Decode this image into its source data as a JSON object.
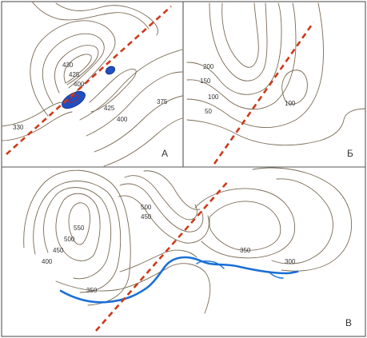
{
  "panels": {
    "a": {
      "letter": "А",
      "labels": {
        "c330": "330",
        "c375": "375",
        "c400": "400",
        "c400b": "400",
        "c425": "425",
        "c425b": "425",
        "c430": "430"
      }
    },
    "b": {
      "letter": "Б",
      "labels": {
        "c200": "200",
        "c150": "150",
        "c100": "100",
        "c50": "50",
        "c100b": "100"
      }
    },
    "v": {
      "letter": "В",
      "labels": {
        "c550": "550",
        "c500": "500",
        "c500b": "500",
        "c450": "450",
        "c450b": "450",
        "c400": "400",
        "c350": "350",
        "c350b": "350",
        "c300": "300"
      }
    }
  },
  "colors": {
    "contour": "#7a6a55",
    "fault": "#cc3a1a",
    "lake": "#1f4fc0",
    "river": "#1a6fd6"
  }
}
